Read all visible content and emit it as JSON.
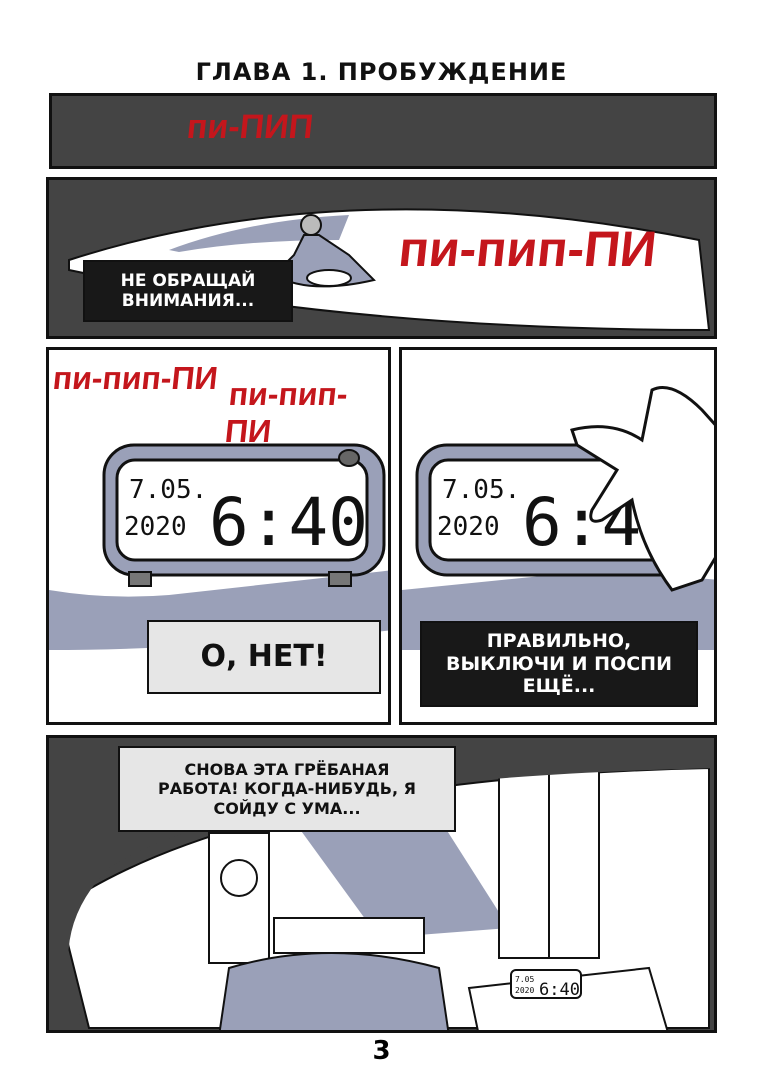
{
  "chapter_title": "ГЛАВА 1. ПРОБУЖДЕНИЕ",
  "panel1": {
    "sfx": "пи-ПИП"
  },
  "panel2": {
    "sfx": "пи-пип-ПИ",
    "caption": "НЕ ОБРАЩАЙ ВНИМАНИЯ..."
  },
  "panel3": {
    "sfx1": "пи-пип-ПИ",
    "sfx2": "пи-пип-ПИ",
    "clock_date": "7.05.",
    "clock_year": "2020",
    "clock_time": "6:40",
    "caption": "О, НЕТ!"
  },
  "panel4": {
    "clock_date": "7.05.",
    "clock_year": "2020",
    "clock_time": "6:40",
    "caption": "ПРАВИЛЬНО, ВЫКЛЮЧИ И ПОСПИ ЕЩЁ..."
  },
  "panel5": {
    "caption": "СНОВА ЭТА ГРЁБАНАЯ РАБОТА! КОГДА-НИБУДЬ, Я СОЙДУ С УМА...",
    "clock_date": "7.05",
    "clock_year": "2020",
    "clock_time": "6:40"
  },
  "page_number": "3",
  "colors": {
    "panel_dark": "#444444",
    "sfx_red": "#c4161c",
    "shade": "#9aa0b8"
  }
}
